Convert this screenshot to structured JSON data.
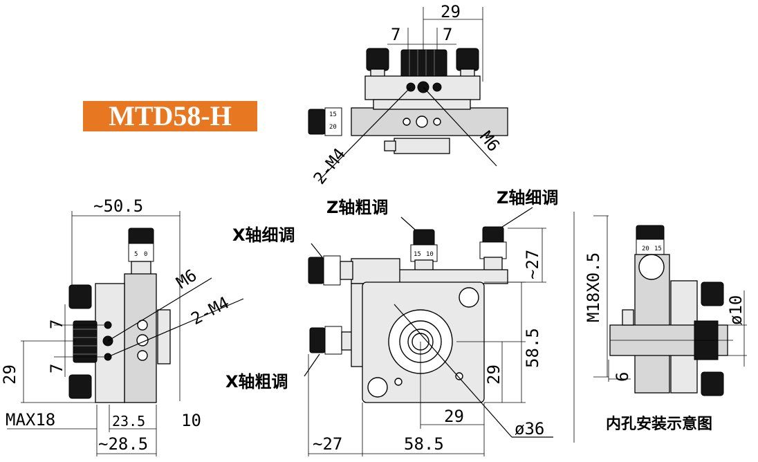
{
  "model": {
    "name": "MTD58-H",
    "badge_color": "#e87722"
  },
  "top_view": {
    "dim_overall": "29",
    "dim_left": "7",
    "dim_right": "7",
    "callout_left": "2-M4",
    "callout_right": "M6",
    "scale_marks": [
      "15",
      "20"
    ]
  },
  "side_view": {
    "dim_width": "~50.5",
    "dim_upper_7": "7",
    "dim_lower_7": "7",
    "dim_height_29": "29",
    "dim_max": "MAX18",
    "dim_23_5": "23.5",
    "dim_10": "10",
    "dim_28_5": "~28.5",
    "callout_m6": "M6",
    "callout_2m4": "2-M4",
    "scale_marks": [
      "5",
      "0"
    ]
  },
  "front_view": {
    "label_z_coarse": "Z轴粗调",
    "label_z_fine": "Z轴细调",
    "label_x_fine": "X轴细调",
    "label_x_coarse": "X轴粗调",
    "dim_27_right": "~27",
    "dim_58_5_vertical": "58.5",
    "dim_29_vertical": "29",
    "dim_29_horizontal": "29",
    "dim_diameter": "ø36",
    "dim_27_bottom": "~27",
    "dim_58_5_bottom": "58.5",
    "scale_marks": [
      "15",
      "10"
    ]
  },
  "install_view": {
    "dim_thread": "M18X0.5",
    "dim_bore": "ø10",
    "dim_6": "6",
    "caption": "内孔安装示意图",
    "scale_marks": [
      "20",
      "15"
    ]
  }
}
